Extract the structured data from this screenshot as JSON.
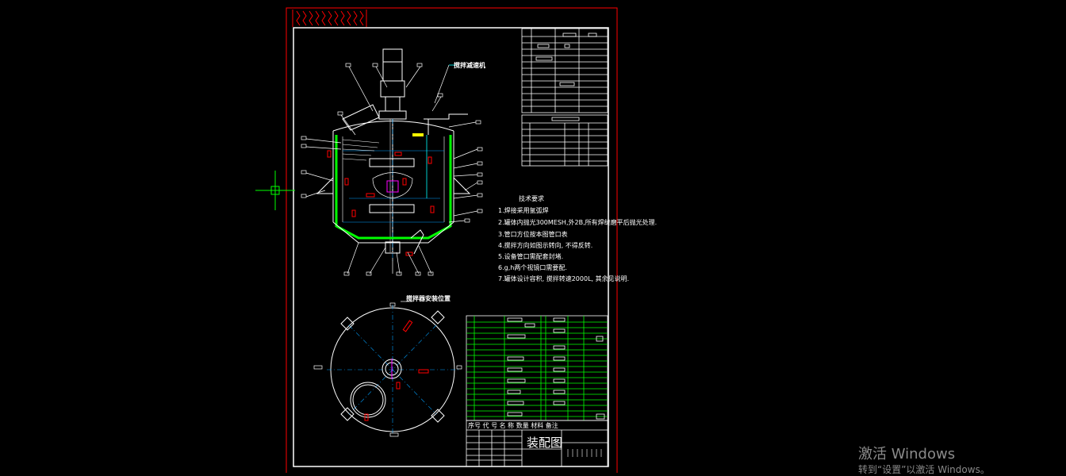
{
  "drawing": {
    "title": "装配图",
    "view_label_top": "搅拌减速机",
    "view_label_bottom": "搅拌器安装位置",
    "tech_requirements_heading": "技术要求",
    "tech_requirements": [
      "1.焊接采用氩弧焊",
      "2.罐体内抛光300MESH,外2B,所有焊缝磨平后抛光处理.",
      "3.管口方位按本图管口表",
      "4.搅拌方向如图示转向, 不得反转.",
      "5.设备管口需配套封堵.",
      "6.g,h两个视镜口需要配.",
      "7.罐体设计容积, 搅拌转速2000L, 其余见说明."
    ],
    "bom_header": {
      "index": "序号",
      "code": "代号",
      "name": "名称",
      "qty": "数量",
      "material": "材料",
      "remark": "备注"
    },
    "bom_header_display": "序号 代 号   名  称  数量  材料     备注",
    "crosshair": "cursor-crosshair"
  },
  "watermark": {
    "line1": "激活 Windows",
    "line2": "转到“设置”以激活 Windows。"
  },
  "colors": {
    "background": "#000000",
    "frame_outer": "#ff0000",
    "frame_inner": "#ffffff",
    "vessel": "#ffffff",
    "insulation": "#00ff00",
    "centerline": "#00a0ff",
    "leader": "#ffffff",
    "parts": "#ff0000",
    "pipes": "#00ffff",
    "highlight": "#ff00ff"
  }
}
